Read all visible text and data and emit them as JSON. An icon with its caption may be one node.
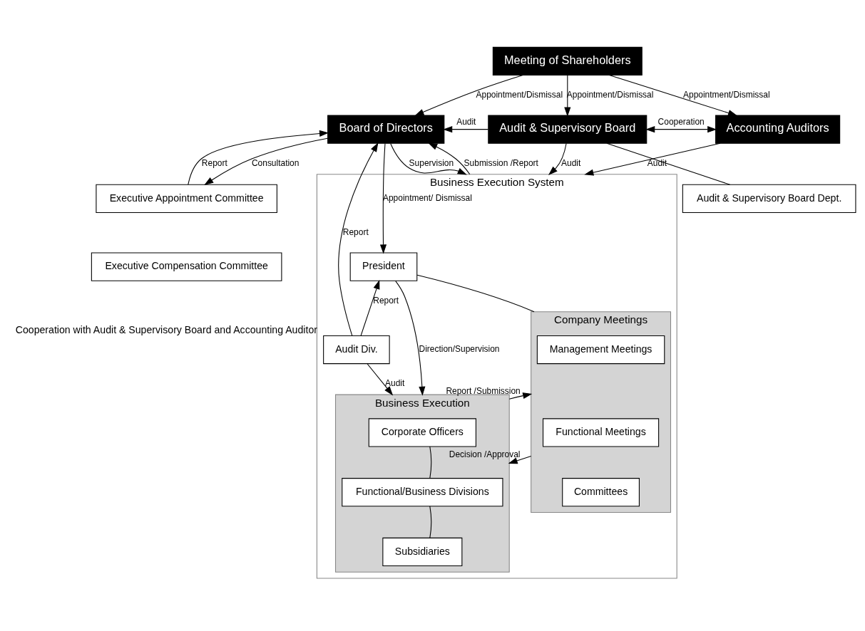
{
  "diagram": {
    "nodes": [
      {
        "text": [
          "Meeting of Shareholders"
        ]
      },
      {
        "text": [
          "Board of Directors"
        ]
      },
      {
        "text": [
          "Audit & Supervisory Board"
        ]
      },
      {
        "text": [
          "Accounting Auditors"
        ]
      },
      {
        "text": [
          "Audit & Supervisory Board Dept."
        ]
      },
      {
        "text": [
          "Executive Appointment Committee"
        ]
      },
      {
        "text": [
          "Executive Compensation Committee"
        ]
      },
      {
        "text": [
          "Business Execution System"
        ]
      },
      {
        "text": [
          "President"
        ],
        "in": 7
      },
      {
        "text": [
          "Audit Div."
        ],
        "in": 7,
        "beside": [
          "Cooperation with Audit & Supervisory Board and Accounting Auditor"
        ]
      },
      {
        "text": [
          "Business Execution"
        ],
        "in": 7
      },
      {
        "text": [
          "Corporate Officers"
        ],
        "in": 10
      },
      {
        "text": [
          "Functional/Business Divisions"
        ],
        "in": 10
      },
      {
        "text": [
          "Subsidiaries"
        ],
        "in": 10
      },
      {
        "text": [
          "Company Meetings"
        ],
        "in": 7
      },
      {
        "text": [
          "Management Meetings"
        ],
        "in": 14
      },
      {
        "text": [
          "Functional Meetings"
        ],
        "in": 14
      },
      {
        "text": [
          "Committees"
        ],
        "in": 14
      }
    ],
    "edges": [
      {
        "from": 0,
        "to": 1,
        "arrow": "to",
        "label": "Appointment/Dismissal"
      },
      {
        "from": 0,
        "to": 2,
        "arrow": "to",
        "label": "Appointment/Dismissal"
      },
      {
        "from": 0,
        "to": 3,
        "arrow": "to",
        "label": "Appointment/Dismissal"
      },
      {
        "from": 2,
        "to": 1,
        "arrow": "to",
        "label": "Audit"
      },
      {
        "from": 2,
        "to": 3,
        "arrow": "both",
        "label": "Cooperation"
      },
      {
        "from": 2,
        "to": 4,
        "arrow": "none"
      },
      {
        "from": 1,
        "to": 5,
        "arrow": "to",
        "label": "Consultation"
      },
      {
        "from": 5,
        "to": 1,
        "arrow": "to",
        "label": "Report"
      },
      {
        "from": 1,
        "to": 7,
        "arrow": "to",
        "label": "Supervision"
      },
      {
        "from": 7,
        "to": 1,
        "arrow": "to",
        "label": "Submission /Report"
      },
      {
        "from": 1,
        "to": 8,
        "arrow": "to",
        "label": "Appointment/ Dismissal"
      },
      {
        "from": 2,
        "to": 7,
        "arrow": "to",
        "label": "Audit"
      },
      {
        "from": 3,
        "to": 7,
        "arrow": "to",
        "label": "Audit"
      },
      {
        "from": 8,
        "to": 10,
        "arrow": "to",
        "label": "Direction/Supervision"
      },
      {
        "from": 8,
        "to": 14,
        "arrow": "none"
      },
      {
        "from": 9,
        "to": 8,
        "arrow": "to",
        "label": "Report"
      },
      {
        "from": 9,
        "to": 1,
        "arrow": "to",
        "label": "Report"
      },
      {
        "from": 9,
        "to": 10,
        "arrow": "to",
        "label": "Audit"
      },
      {
        "from": 11,
        "to": 12,
        "arrow": "none"
      },
      {
        "from": 12,
        "to": 13,
        "arrow": "none"
      },
      {
        "from": 10,
        "to": 14,
        "arrow": "to",
        "label": "Report /Submission"
      },
      {
        "from": 14,
        "to": 10,
        "arrow": "to",
        "label": "Decision /Approval"
      }
    ]
  }
}
